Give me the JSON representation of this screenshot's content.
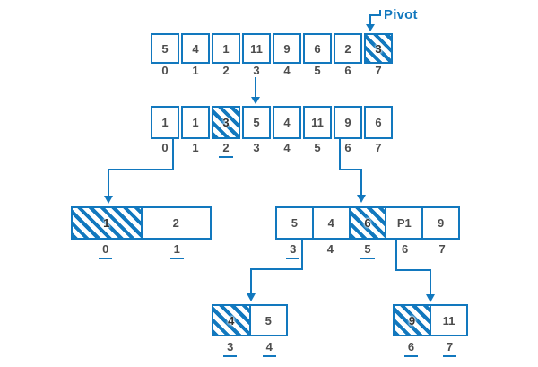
{
  "labels": {
    "pivot": "Pivot"
  },
  "colors": {
    "accent": "#1278BE",
    "text_gray": "#4D4D4D"
  },
  "level1": {
    "values": [
      "5",
      "4",
      "1",
      "11",
      "9",
      "6",
      "2",
      "3"
    ],
    "indices": [
      "0",
      "1",
      "2",
      "3",
      "4",
      "5",
      "6",
      "7"
    ]
  },
  "level2": {
    "values": [
      "1",
      "1",
      "3",
      "5",
      "4",
      "11",
      "9",
      "6"
    ],
    "indices": [
      "0",
      "1",
      "2",
      "3",
      "4",
      "5",
      "6",
      "7"
    ]
  },
  "level3_left": {
    "values": [
      "1",
      "2"
    ],
    "indices": [
      "0",
      "1"
    ]
  },
  "level3_right": {
    "values": [
      "5",
      "4",
      "6",
      "P1",
      "9"
    ],
    "indices": [
      "3",
      "4",
      "5",
      "6",
      "7"
    ]
  },
  "level4_left": {
    "values": [
      "4",
      "5"
    ],
    "indices": [
      "3",
      "4"
    ]
  },
  "level4_right": {
    "values": [
      "9",
      "11"
    ],
    "indices": [
      "6",
      "7"
    ]
  }
}
